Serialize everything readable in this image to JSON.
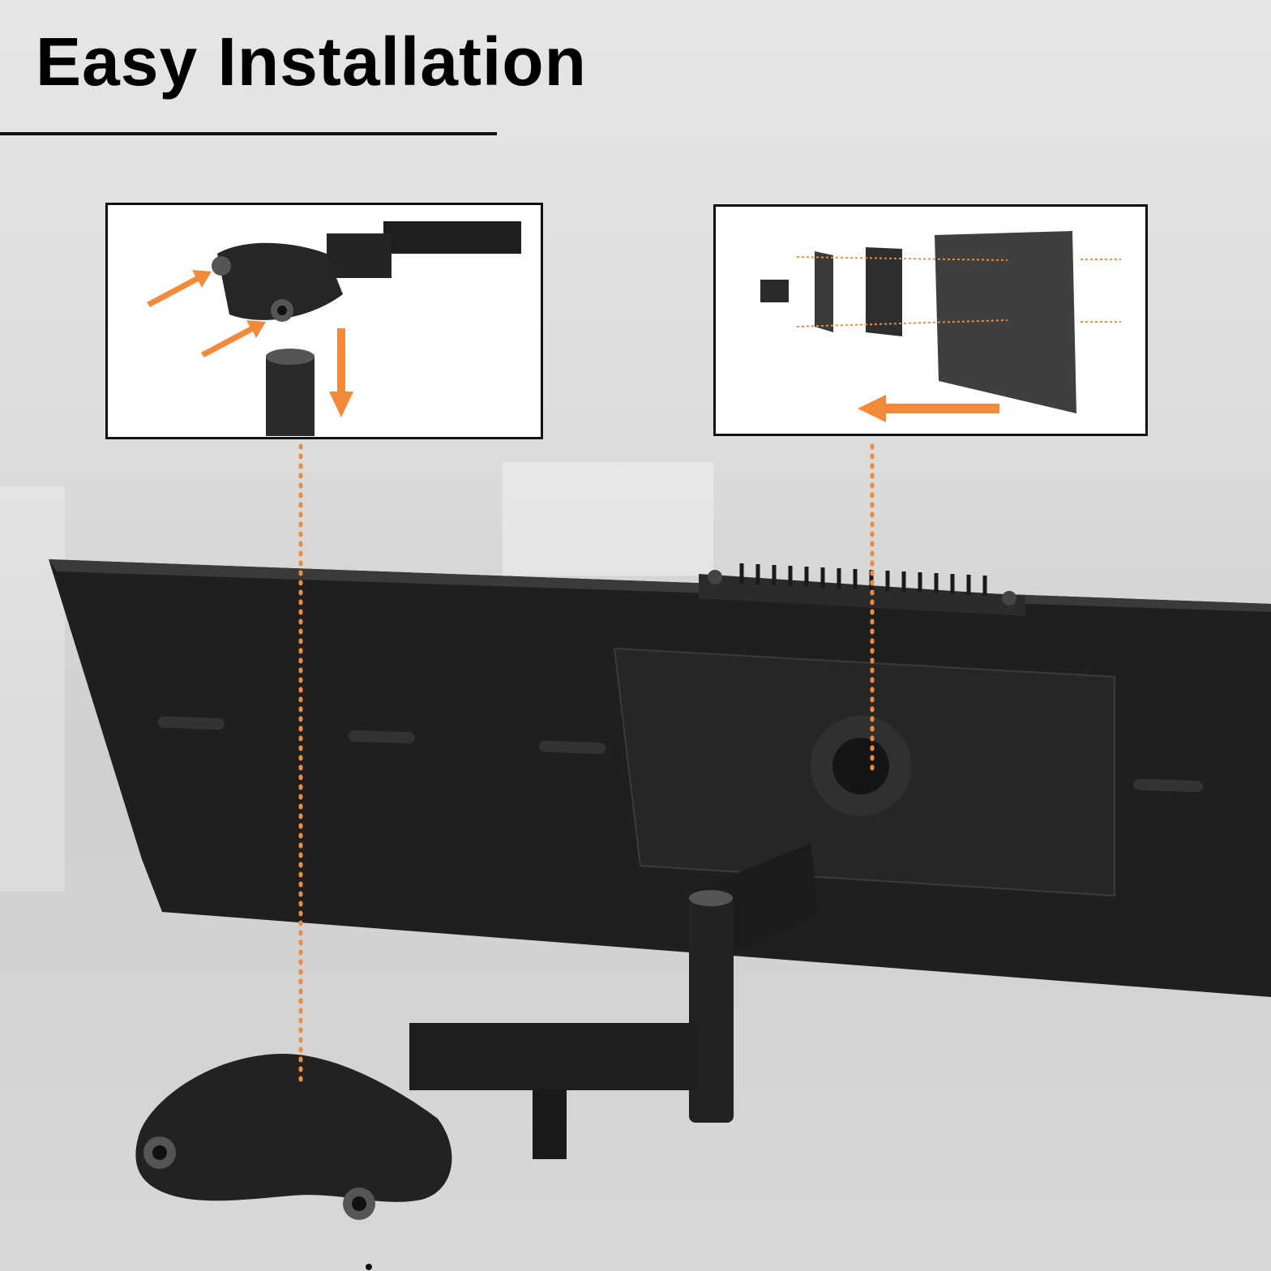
{
  "heading": {
    "title": "Easy Installation"
  },
  "colors": {
    "accent": "#f28a3c",
    "product": "#1e1e1e",
    "frame": "#111111"
  },
  "insets": [
    {
      "name": "clamp-step",
      "icon": "clamp-install-illustration"
    },
    {
      "name": "vesa-step",
      "icon": "vesa-plate-install-illustration"
    }
  ]
}
